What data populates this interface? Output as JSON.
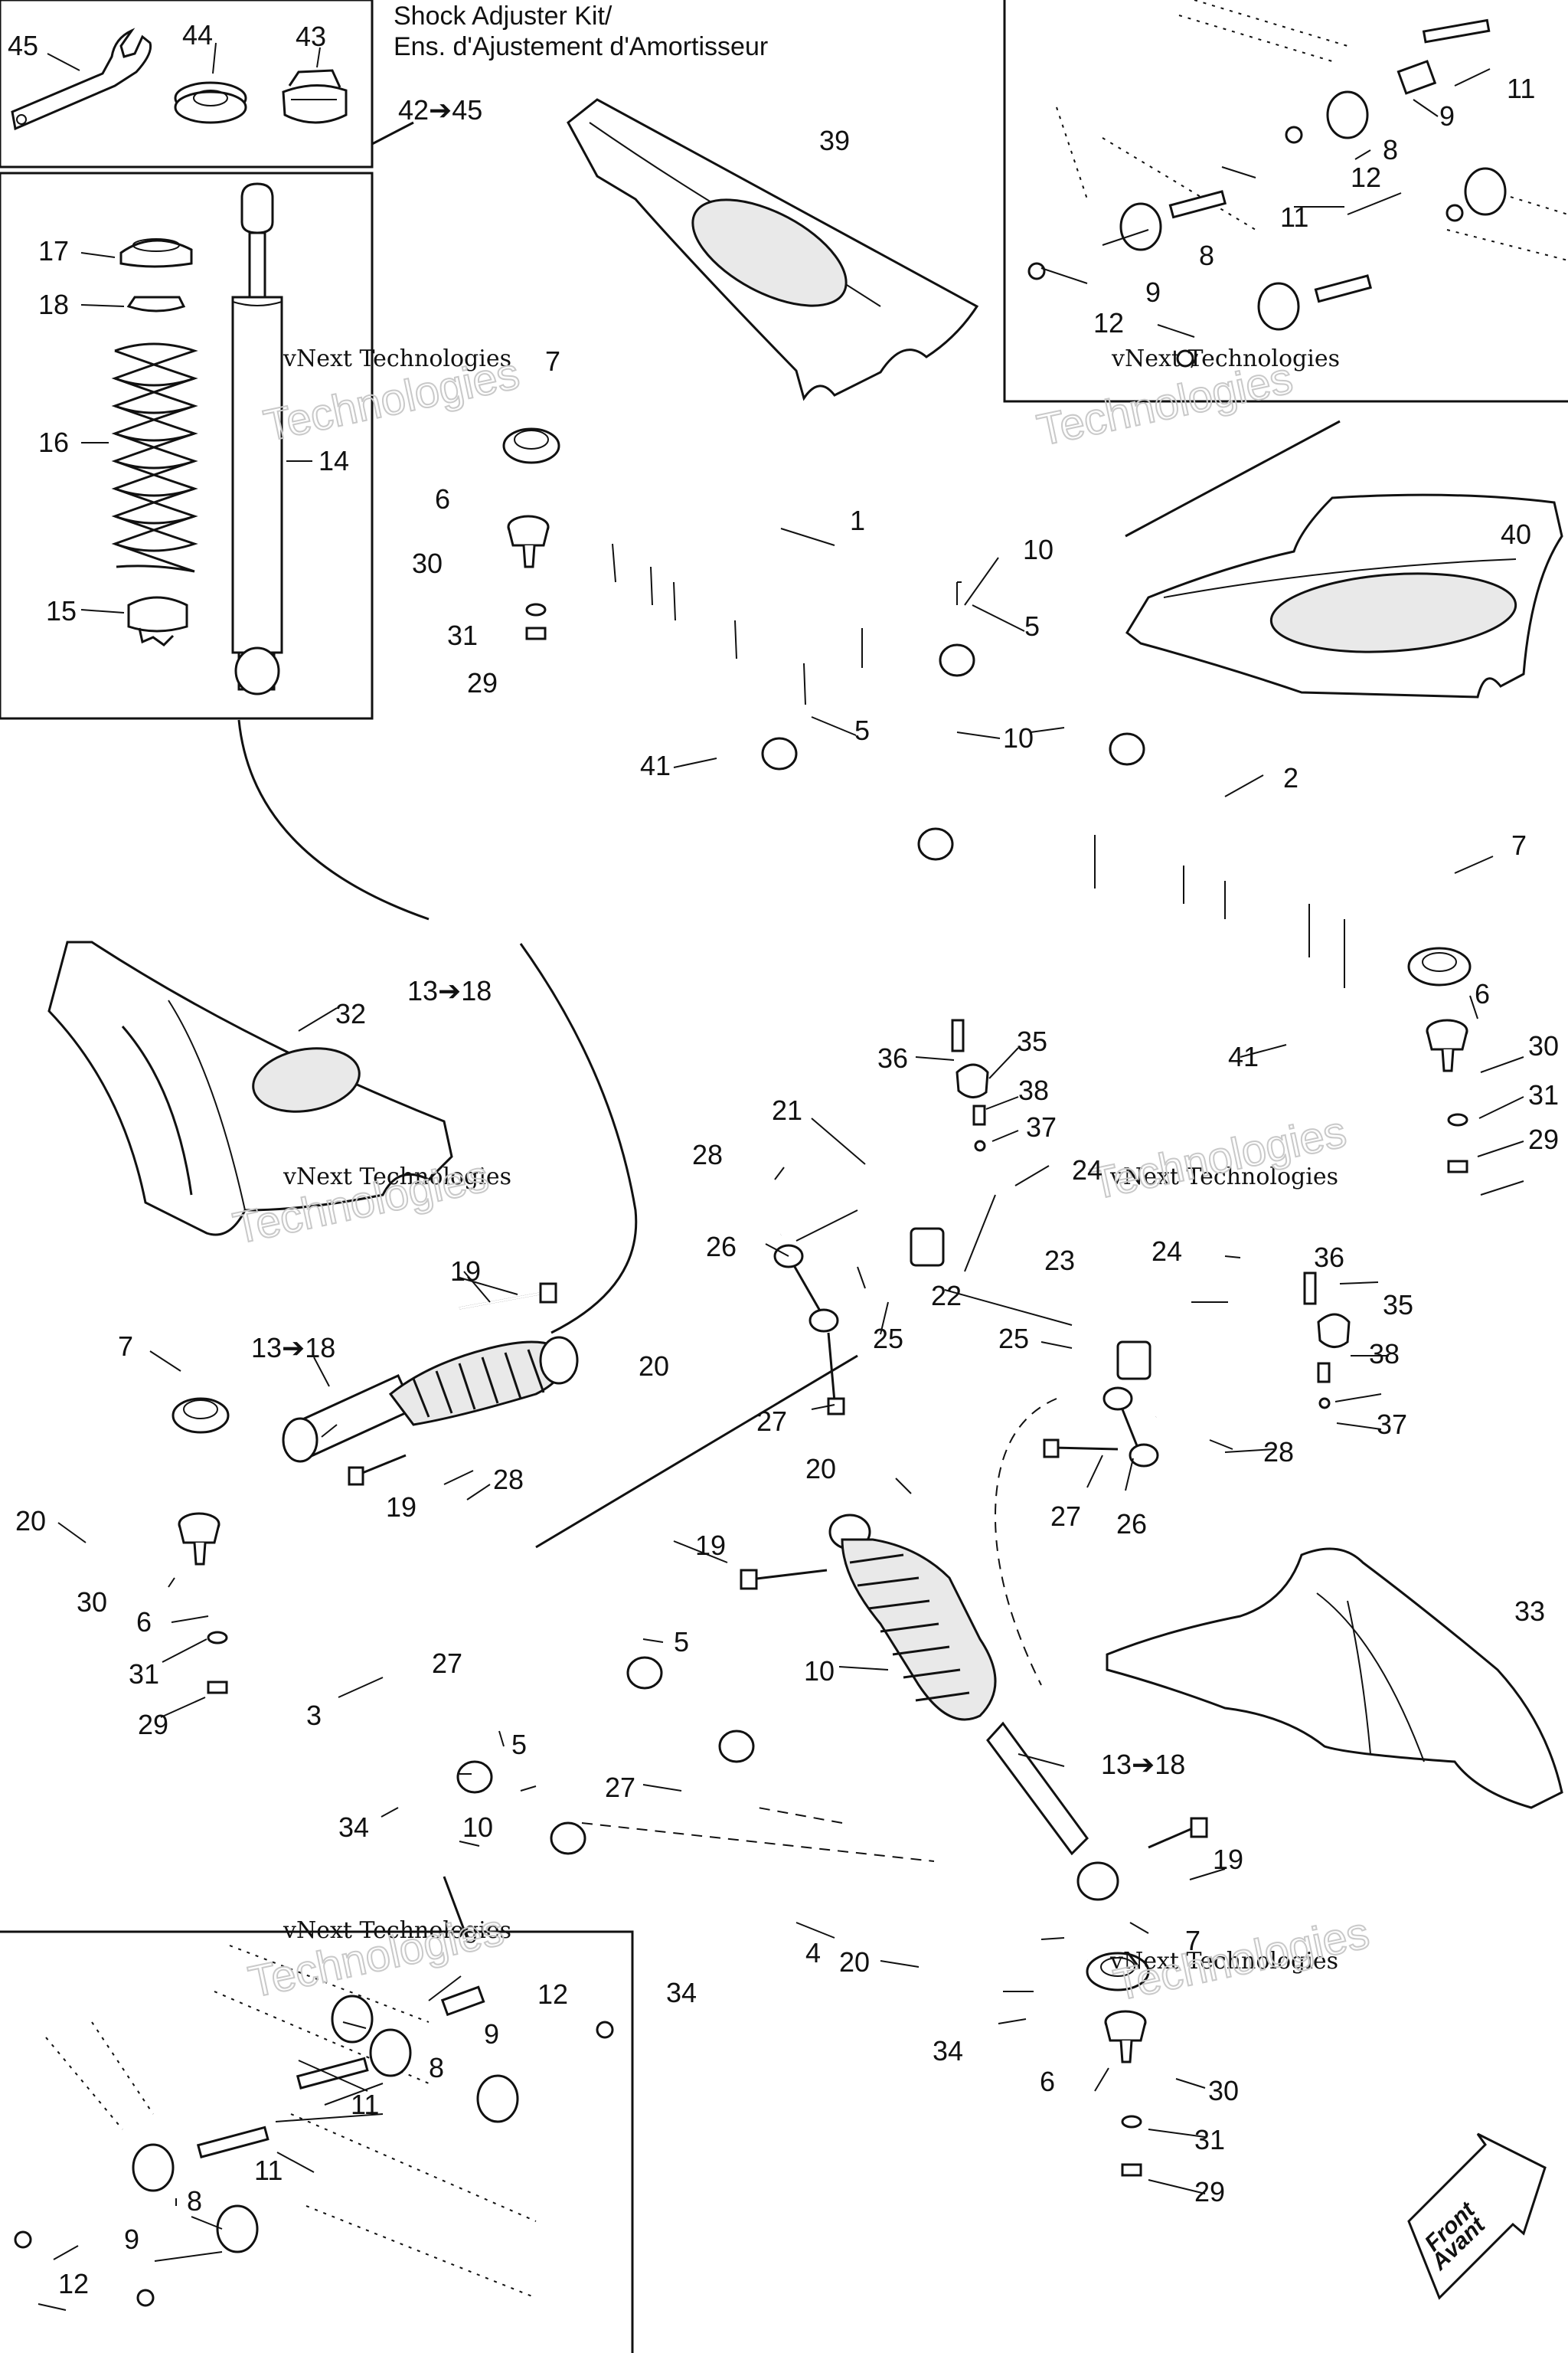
{
  "kit_title": {
    "line1": "Shock Adjuster Kit/",
    "line2": "Ens. d'Ajustement d'Amortisseur"
  },
  "watermark": {
    "line1": "vNext Technologies",
    "line2": "Technologies"
  },
  "front_marker": {
    "line1": "Front",
    "line2": "Avant"
  },
  "labels": {
    "l1": "1",
    "l2": "2",
    "l3": "3",
    "l4": "4",
    "l5a": "5",
    "l5b": "5",
    "l5c": "5",
    "l5d": "5",
    "l6a": "6",
    "l6b": "6",
    "l6c": "6",
    "l6d": "6",
    "l7a": "7",
    "l7b": "7",
    "l7c": "7",
    "l7d": "7",
    "l8a": "8",
    "l8b": "8",
    "l8c": "8",
    "l8d": "8",
    "l9a": "9",
    "l9b": "9",
    "l9c": "9",
    "l9d": "9",
    "l10a": "10",
    "l10b": "10",
    "l10c": "10",
    "l10d": "10",
    "l11a": "11",
    "l11b": "11",
    "l11c": "11",
    "l11d": "11",
    "l12a": "12",
    "l12b": "12",
    "l12c": "12",
    "l12d": "12",
    "l13a": "13➔18",
    "l13b": "13➔18",
    "l13c": "13➔18",
    "l14": "14",
    "l15": "15",
    "l16": "16",
    "l17": "17",
    "l18": "18",
    "l19a": "19",
    "l19b": "19",
    "l19c": "19",
    "l19d": "19",
    "l20a": "20",
    "l20b": "20",
    "l20c": "20",
    "l20d": "20",
    "l21": "21",
    "l22": "22",
    "l23": "23",
    "l24a": "24",
    "l24b": "24",
    "l25a": "25",
    "l25b": "25",
    "l26a": "26",
    "l26b": "26",
    "l27a": "27",
    "l27b": "27",
    "l27c": "27",
    "l27d": "27",
    "l28a": "28",
    "l28b": "28",
    "l28c": "28",
    "l29a": "29",
    "l29b": "29",
    "l29c": "29",
    "l29d": "29",
    "l30a": "30",
    "l30b": "30",
    "l30c": "30",
    "l30d": "30",
    "l31a": "31",
    "l31b": "31",
    "l31c": "31",
    "l31d": "31",
    "l32": "32",
    "l33": "33",
    "l34a": "34",
    "l34b": "34",
    "l34c": "34",
    "l35a": "35",
    "l35b": "35",
    "l36a": "36",
    "l36b": "36",
    "l37a": "37",
    "l37b": "37",
    "l38a": "38",
    "l38b": "38",
    "l39": "39",
    "l40": "40",
    "l41a": "41",
    "l41b": "41",
    "l42": "42➔45",
    "l43": "43",
    "l44": "44",
    "l45": "45"
  }
}
